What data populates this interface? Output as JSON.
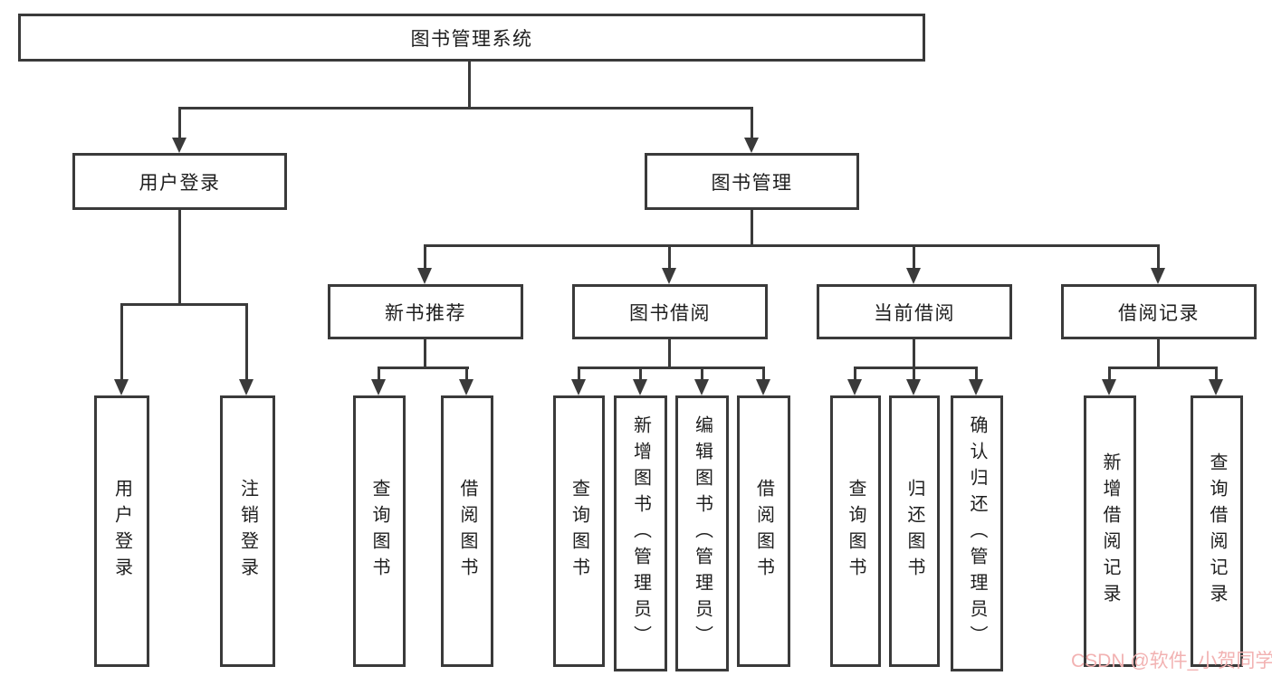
{
  "tree": {
    "label": "图书管理系统",
    "children": [
      {
        "label": "用户登录",
        "children": [
          {
            "label": "用户登录"
          },
          {
            "label": "注销登录"
          }
        ]
      },
      {
        "label": "图书管理",
        "children": [
          {
            "label": "新书推荐",
            "children": [
              {
                "label": "查询图书"
              },
              {
                "label": "借阅图书"
              }
            ]
          },
          {
            "label": "图书借阅",
            "children": [
              {
                "label": "查询图书"
              },
              {
                "label": "新增图书（管理员）"
              },
              {
                "label": "编辑图书（管理员）"
              },
              {
                "label": "借阅图书"
              }
            ]
          },
          {
            "label": "当前借阅",
            "children": [
              {
                "label": "查询图书"
              },
              {
                "label": "归还图书"
              },
              {
                "label": "确认归还（管理员）"
              }
            ]
          },
          {
            "label": "借阅记录",
            "children": [
              {
                "label": "新增借阅记录"
              },
              {
                "label": "查询借阅记录"
              }
            ]
          }
        ]
      }
    ]
  },
  "watermark": {
    "text": "CSDN @软件_小贺同学"
  },
  "colors": {
    "line": "#3a3a3a",
    "text": "#1e1e1e",
    "watermark": "#f2b2b2",
    "background": "#ffffff"
  }
}
